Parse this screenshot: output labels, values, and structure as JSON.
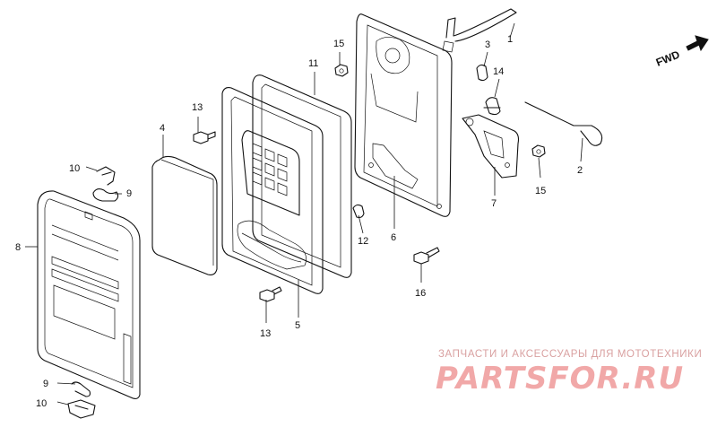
{
  "direction_label": "FWD",
  "callouts": {
    "p1": "1",
    "p2": "2",
    "p3": "3",
    "p4": "4",
    "p5": "5",
    "p6": "6",
    "p7": "7",
    "p8": "8",
    "p9a": "9",
    "p9b": "9",
    "p10a": "10",
    "p10b": "10",
    "p11": "11",
    "p12": "12",
    "p13a": "13",
    "p13b": "13",
    "p14": "14",
    "p15a": "15",
    "p15b": "15",
    "p16": "16"
  },
  "watermark": {
    "tagline": "ЗАПЧАСТИ И АКСЕССУАРЫ ДЛЯ МОТОТЕХНИКИ",
    "brand": "PARTSFOR.RU",
    "color": "#f1a8a8"
  }
}
